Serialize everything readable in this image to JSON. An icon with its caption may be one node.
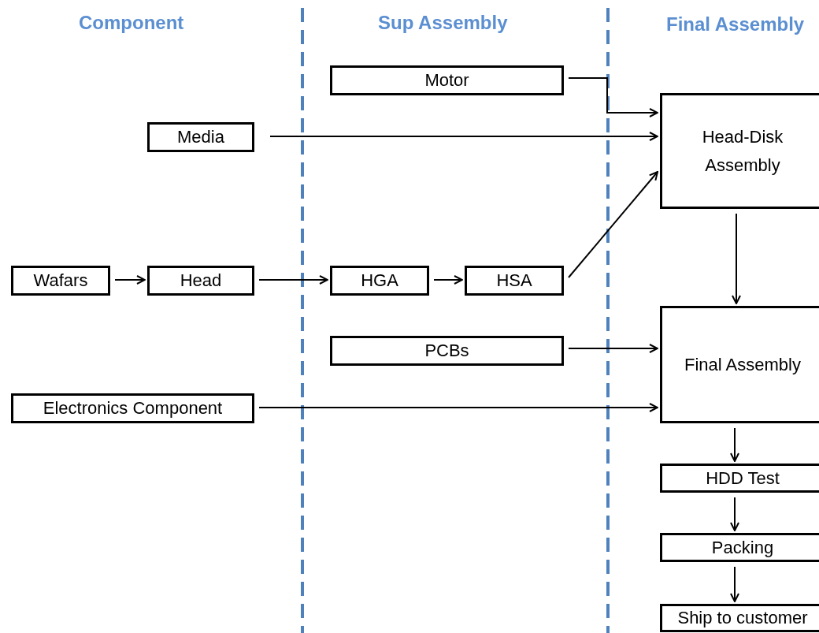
{
  "diagram": {
    "nodes": [
      {
        "text": [
          "Motor"
        ]
      },
      {
        "text": [
          "Media"
        ]
      },
      {
        "text": [
          "Head-Disk Assembly"
        ]
      },
      {
        "text": [
          "Wafars"
        ]
      },
      {
        "text": [
          "Head"
        ]
      },
      {
        "text": [
          "HGA"
        ]
      },
      {
        "text": [
          "HSA"
        ]
      },
      {
        "text": [
          "PCBs"
        ]
      },
      {
        "text": [
          "Final Assembly"
        ]
      },
      {
        "text": [
          "Electronics Component"
        ]
      },
      {
        "text": [
          "HDD Test"
        ]
      },
      {
        "text": [
          "Packing"
        ]
      },
      {
        "text": [
          "Ship to customer"
        ]
      }
    ],
    "edges": [
      {
        "from": 0,
        "to": 2,
        "arrow": "to"
      },
      {
        "from": 1,
        "to": 2,
        "arrow": "to"
      },
      {
        "from": 3,
        "to": 4,
        "arrow": "to"
      },
      {
        "from": 4,
        "to": 5,
        "arrow": "to"
      },
      {
        "from": 5,
        "to": 6,
        "arrow": "to"
      },
      {
        "from": 6,
        "to": 2,
        "arrow": "to"
      },
      {
        "from": 7,
        "to": 8,
        "arrow": "to"
      },
      {
        "from": 9,
        "to": 8,
        "arrow": "to"
      },
      {
        "from": 2,
        "to": 8,
        "arrow": "to"
      },
      {
        "from": 8,
        "to": 10,
        "arrow": "to"
      },
      {
        "from": 10,
        "to": 11,
        "arrow": "to"
      },
      {
        "from": 11,
        "to": 12,
        "arrow": "to"
      }
    ],
    "labels": [
      "Component",
      "Sup Assembly",
      "Final Assembly"
    ]
  }
}
